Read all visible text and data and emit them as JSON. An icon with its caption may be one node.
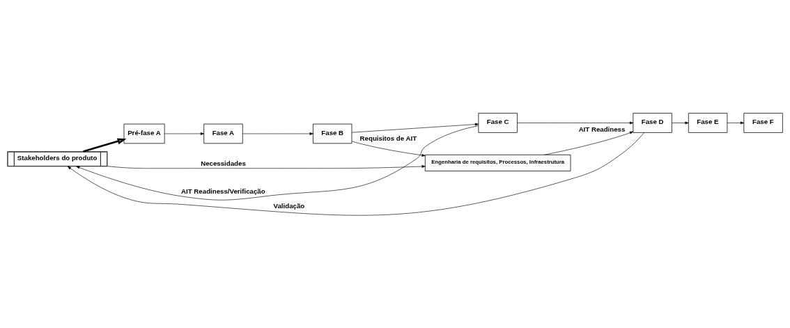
{
  "diagram": {
    "nodes": [
      {
        "text": [
          "Stakeholders do produto"
        ]
      },
      {
        "text": [
          "Pré-fase A"
        ]
      },
      {
        "text": [
          "Fase A"
        ]
      },
      {
        "text": [
          "Fase B"
        ]
      },
      {
        "text": [
          "Fase C"
        ]
      },
      {
        "text": [
          "Fase D"
        ]
      },
      {
        "text": [
          "Fase E"
        ]
      },
      {
        "text": [
          "Fase F"
        ]
      },
      {
        "text": [
          "Engenharia de requisitos, Processos, Infraestrutura"
        ]
      }
    ],
    "edges": [
      {
        "from": 0,
        "to": 1,
        "arrow": "to",
        "style": "thick"
      },
      {
        "from": 1,
        "to": 2,
        "arrow": "to"
      },
      {
        "from": 2,
        "to": 3,
        "arrow": "to"
      },
      {
        "from": 3,
        "to": 4,
        "arrow": "to"
      },
      {
        "from": 4,
        "to": 5,
        "arrow": "to"
      },
      {
        "from": 5,
        "to": 6,
        "arrow": "to"
      },
      {
        "from": 6,
        "to": 7,
        "arrow": "to"
      },
      {
        "from": 0,
        "to": 8,
        "arrow": "to",
        "label": "Necessidades"
      },
      {
        "from": 3,
        "to": 8,
        "arrow": "to",
        "label": "Requisitos de AIT"
      },
      {
        "from": 8,
        "to": 5,
        "arrow": "to",
        "label": "AIT Readiness"
      },
      {
        "from": 4,
        "to": 0,
        "arrow": "to",
        "label": "AIT Readiness/Verificação"
      },
      {
        "from": 5,
        "to": 0,
        "arrow": "to",
        "label": "Validação"
      }
    ]
  }
}
